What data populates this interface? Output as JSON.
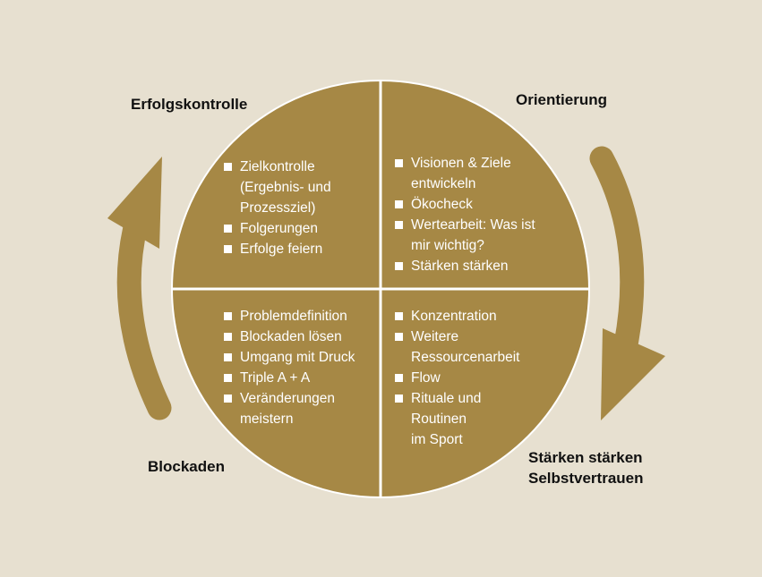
{
  "colors": {
    "background": "#e7e0d0",
    "accent": "#a68845"
  },
  "labels": {
    "top_left": "Erfolgskontrolle",
    "top_right": "Orientierung",
    "bottom_left": "Blockaden",
    "bottom_right_1": "Stärken stärken",
    "bottom_right_2": "Selbstvertrauen"
  },
  "quadrants": {
    "top_left": [
      "Zielkontrolle (Ergebnis- und Prozessziel)",
      "Folgerungen",
      "Erfolge feiern"
    ],
    "top_right": [
      "Visionen & Ziele entwickeln",
      "Ökocheck",
      "Wertearbeit: Was ist mir wichtig?",
      "Stärken stärken"
    ],
    "bottom_left": [
      "Problemdefinition",
      "Blockaden lösen",
      "Umgang mit Druck",
      "Triple A + A",
      "Veränderungen meistern"
    ],
    "bottom_right": [
      "Konzentration",
      "Weitere Ressourcenarbeit",
      "Flow",
      "Rituale und Routinen im Sport"
    ]
  }
}
